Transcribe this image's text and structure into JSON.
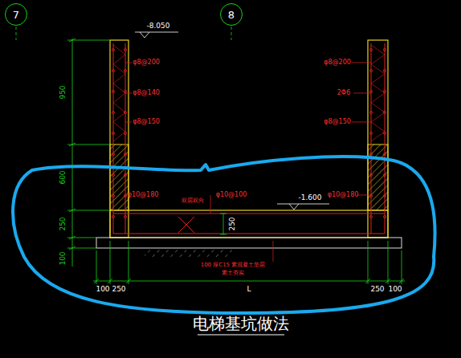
{
  "diagram": {
    "title": "电梯基坑做法",
    "nodes": [
      {
        "text": [
          "7"
        ]
      },
      {
        "text": [
          "8"
        ]
      }
    ],
    "labels": [
      "-8.050",
      "950",
      "600",
      "250",
      "100",
      "φ8@200",
      "φ8@140",
      "φ8@150",
      "φ8@200",
      "2Φ6",
      "φ8@150",
      "φ10@180",
      "双层双向",
      "φ10@100",
      "-1.600",
      "φ10@180",
      "250",
      "100 厚C15 素混凝土垫层",
      "素土夯实",
      "100",
      "250",
      "L",
      "250",
      "100"
    ]
  }
}
